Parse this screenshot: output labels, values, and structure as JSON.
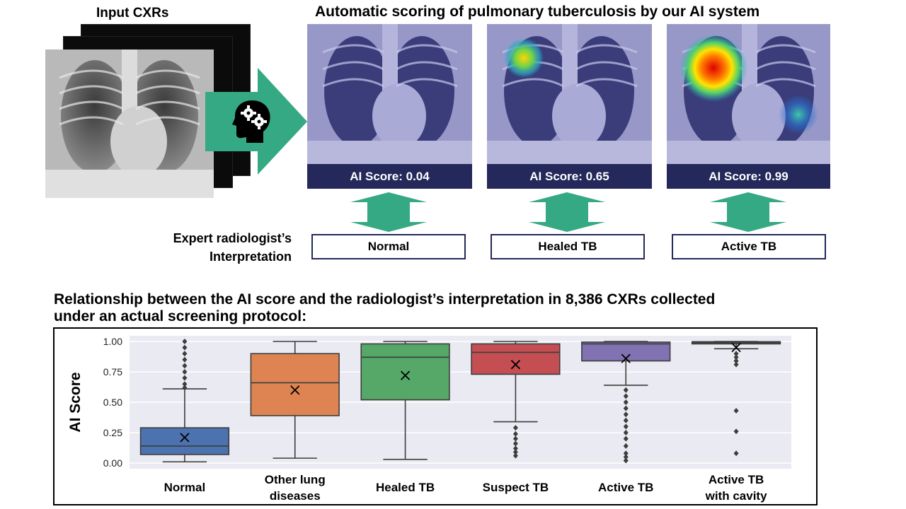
{
  "top": {
    "input_label": "Input CXRs",
    "system_title": "Automatic scoring of pulmonary tuberculosis by our AI system",
    "ai_icon": "brain-gears-icon",
    "examples": [
      {
        "score_label": "AI Score: 0.04",
        "interpretation": "Normal"
      },
      {
        "score_label": "AI Score: 0.65",
        "interpretation": "Healed TB"
      },
      {
        "score_label": "AI Score: 0.99",
        "interpretation": "Active TB"
      }
    ],
    "expert_label_line1": "Expert radiologist’s",
    "expert_label_line2": "Interpretation",
    "arrow_color": "#35a884",
    "score_bar_color": "#24285a"
  },
  "bottom": {
    "title_line1": "Relationship between the AI score and the radiologist’s interpretation in 8,386 CXRs collected",
    "title_line2": "under an actual screening protocol:"
  },
  "chart_data": {
    "type": "box",
    "ylabel": "AI Score",
    "ylim": [
      0,
      1
    ],
    "yticks": [
      "0.00",
      "0.25",
      "0.50",
      "0.75",
      "1.00"
    ],
    "grid": true,
    "categories": [
      {
        "label_lines": [
          "Normal"
        ],
        "color": "#4c72b0",
        "min": 0.01,
        "q1": 0.07,
        "median": 0.14,
        "q3": 0.29,
        "max": 0.61,
        "mean": 0.21,
        "outliers": [
          0.62,
          0.65,
          0.7,
          0.75,
          0.8,
          0.85,
          0.9,
          0.95,
          1.0
        ]
      },
      {
        "label_lines": [
          "Other lung",
          "diseases"
        ],
        "color": "#dd8452",
        "min": 0.04,
        "q1": 0.39,
        "median": 0.66,
        "q3": 0.9,
        "max": 1.0,
        "mean": 0.6,
        "outliers": []
      },
      {
        "label_lines": [
          "Healed TB"
        ],
        "color": "#55a868",
        "min": 0.03,
        "q1": 0.52,
        "median": 0.87,
        "q3": 0.98,
        "max": 1.0,
        "mean": 0.72,
        "outliers": []
      },
      {
        "label_lines": [
          "Suspect TB"
        ],
        "color": "#c44e52",
        "min": 0.34,
        "q1": 0.73,
        "median": 0.91,
        "q3": 0.98,
        "max": 1.0,
        "mean": 0.81,
        "outliers": [
          0.06,
          0.09,
          0.12,
          0.16,
          0.2,
          0.24,
          0.29
        ]
      },
      {
        "label_lines": [
          "Active TB"
        ],
        "color": "#8172b2",
        "min": 0.64,
        "q1": 0.84,
        "median": 0.98,
        "q3": 0.995,
        "max": 1.0,
        "mean": 0.86,
        "outliers": [
          0.02,
          0.05,
          0.08,
          0.14,
          0.2,
          0.25,
          0.3,
          0.35,
          0.4,
          0.45,
          0.5,
          0.55,
          0.6
        ]
      },
      {
        "label_lines": [
          "Active TB",
          "with cavity"
        ],
        "color": "#937860",
        "min": 0.94,
        "q1": 0.98,
        "median": 0.99,
        "q3": 0.998,
        "max": 1.0,
        "mean": 0.95,
        "outliers": [
          0.08,
          0.26,
          0.43,
          0.81,
          0.84,
          0.87,
          0.9
        ]
      }
    ]
  }
}
